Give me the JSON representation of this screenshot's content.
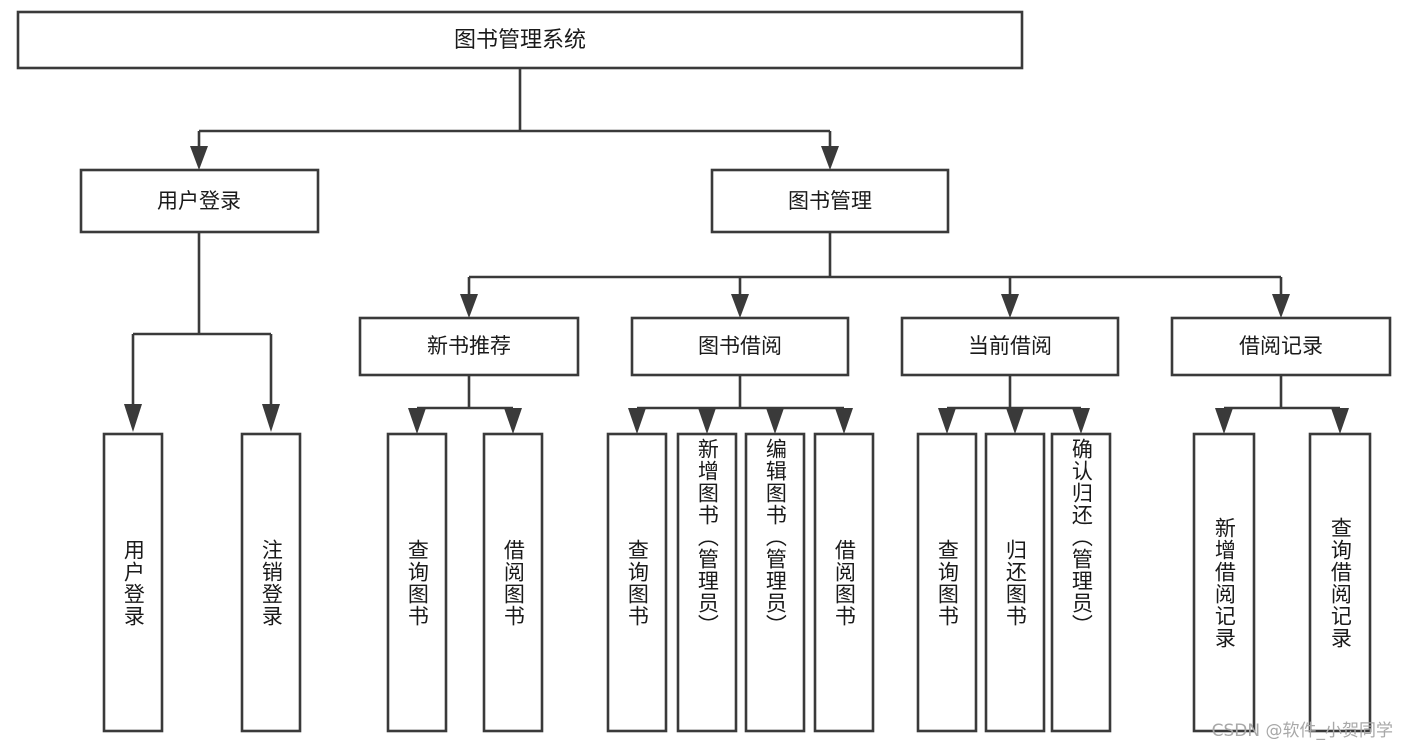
{
  "diagram": {
    "title": "图书管理系统",
    "type": "tree-hierarchy-chart",
    "watermark": "CSDN @软件_小贺同学",
    "colors": {
      "box_stroke": "#3a3a3a",
      "box_fill": "#ffffff",
      "text": "#1a1a1a",
      "connector": "#3a3a3a",
      "watermark": "#a8a8a8",
      "background": "#ffffff"
    },
    "root": {
      "label": "图书管理系统"
    },
    "level2": [
      {
        "label": "用户登录"
      },
      {
        "label": "图书管理"
      }
    ],
    "level3": [
      {
        "label": "新书推荐"
      },
      {
        "label": "图书借阅"
      },
      {
        "label": "当前借阅"
      },
      {
        "label": "借阅记录"
      }
    ],
    "leaves": [
      {
        "label": "用户登录",
        "parent": "用户登录"
      },
      {
        "label": "注销登录",
        "parent": "用户登录"
      },
      {
        "label": "查询图书",
        "parent": "新书推荐"
      },
      {
        "label": "借阅图书",
        "parent": "新书推荐"
      },
      {
        "label": "查询图书",
        "parent": "图书借阅"
      },
      {
        "label": "新增图书（管理员）",
        "parent": "图书借阅"
      },
      {
        "label": "编辑图书（管理员）",
        "parent": "图书借阅"
      },
      {
        "label": "借阅图书",
        "parent": "图书借阅"
      },
      {
        "label": "查询图书",
        "parent": "当前借阅"
      },
      {
        "label": "归还图书",
        "parent": "当前借阅"
      },
      {
        "label": "确认归还（管理员）",
        "parent": "当前借阅"
      },
      {
        "label": "新增借阅记录",
        "parent": "借阅记录"
      },
      {
        "label": "查询借阅记录",
        "parent": "借阅记录"
      }
    ]
  }
}
